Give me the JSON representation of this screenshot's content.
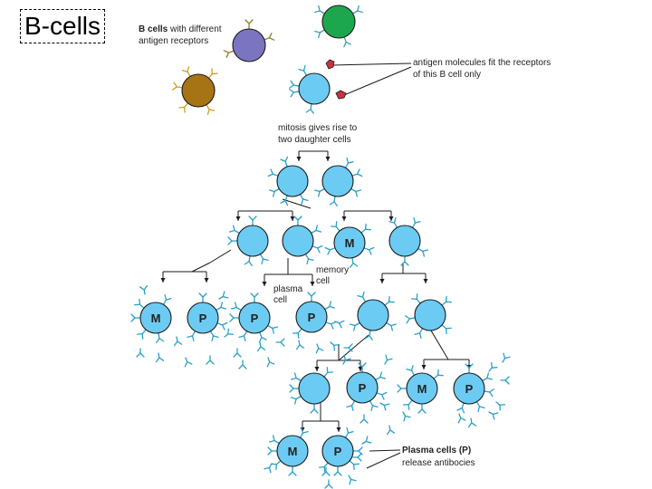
{
  "slide_title": "B-cells",
  "labels": {
    "bcells_bold": "B cells",
    "bcells_rest": " with different",
    "bcells_line2": "antigen receptors",
    "antigen_line1": "antigen molecules fit the receptors",
    "antigen_line2": "of this B cell only",
    "mitosis_line1": "mitosis gives rise to",
    "mitosis_line2": "two daughter cells",
    "memory_line1": "memory",
    "memory_line2": "cell",
    "plasma_line1": "plasma",
    "plasma_line2": "cell",
    "plasma_cells_bold": "Plasma cells (P)",
    "plasma_cells_line2": "release antibocies"
  },
  "cell_letters": {
    "memory": "M",
    "plasma": "P"
  },
  "colors": {
    "b_cell": "#6ccbf3",
    "cell_outline": "#1a1a1a",
    "receptor": "#2aa0c8",
    "purple_cell": "#7b74c0",
    "green_cell": "#1ca74f",
    "brown_cell": "#a77415",
    "antigen": "#c83241",
    "line": "#1a1a1a"
  }
}
